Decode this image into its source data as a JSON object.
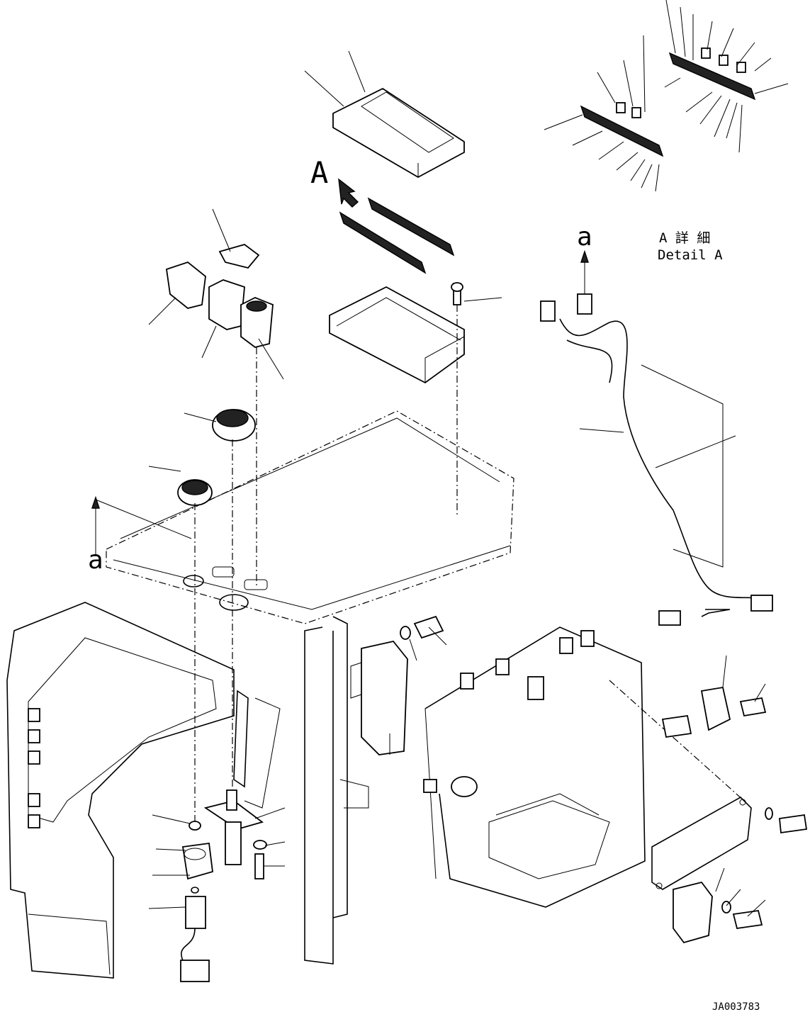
{
  "labels": {
    "view_letter": "A",
    "detail_jp": "A 詳 細",
    "detail_en": "Detail A",
    "arrow_letter_left": "a",
    "arrow_letter_right": "a",
    "drawing_id": "JA003783"
  }
}
